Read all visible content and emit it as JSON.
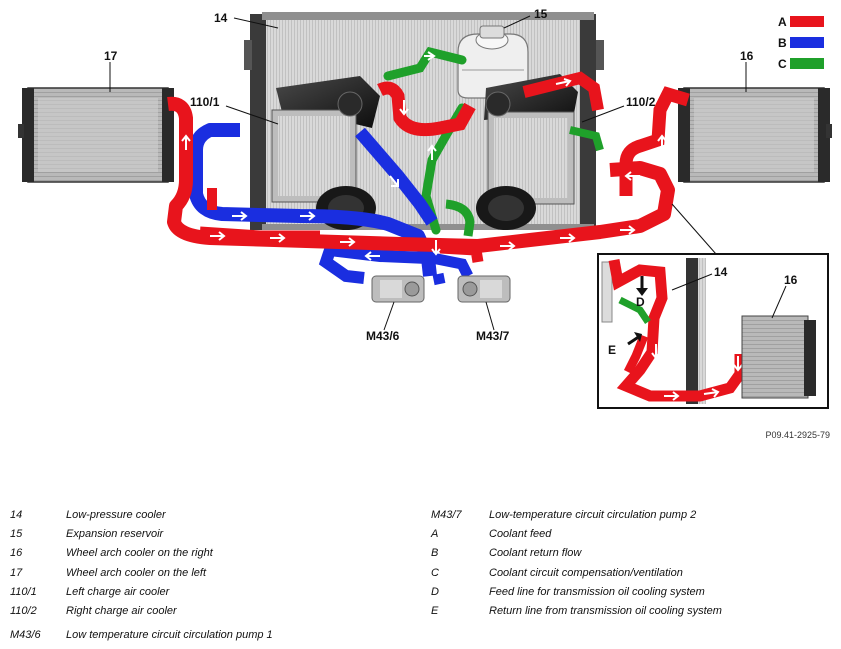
{
  "callouts": {
    "c14": "14",
    "c15": "15",
    "c16": "16",
    "c17": "17",
    "c110_1": "110/1",
    "c110_2": "110/2",
    "cM43_6": "M43/6",
    "cM43_7": "M43/7",
    "inset14": "14",
    "inset16": "16",
    "insetD": "D",
    "insetE": "E"
  },
  "color_key": [
    {
      "label": "A",
      "color": "#e8141c"
    },
    {
      "label": "B",
      "color": "#1a2ee0"
    },
    {
      "label": "C",
      "color": "#1fa02a"
    }
  ],
  "colors": {
    "feed": "#e8141c",
    "return": "#1a2ee0",
    "vent": "#1fa02a",
    "cooler": "#cfcfcf",
    "charge_air_body": "#1c1c1c"
  },
  "figure_id": "P09.41-2925-79",
  "legend": {
    "left": [
      {
        "code": "14",
        "desc": "Low-pressure cooler"
      },
      {
        "code": "15",
        "desc": "Expansion reservoir"
      },
      {
        "code": "16",
        "desc": "Wheel arch cooler on the right"
      },
      {
        "code": "17",
        "desc": "Wheel arch cooler on the left"
      },
      {
        "code": "110/1",
        "desc": "Left charge air cooler"
      },
      {
        "code": "110/2",
        "desc": "Right charge air cooler"
      }
    ],
    "right": [
      {
        "code": "M43/7",
        "desc": "Low-temperature circuit circulation pump 2"
      },
      {
        "code": "A",
        "desc": "Coolant feed"
      },
      {
        "code": "B",
        "desc": "Coolant return flow"
      },
      {
        "code": "C",
        "desc": "Coolant circuit compensation/ventilation"
      },
      {
        "code": "D",
        "desc": "Feed line for transmission oil cooling system"
      },
      {
        "code": "E",
        "desc": "Return line from transmission oil cooling system"
      }
    ],
    "bottom": {
      "code": "M43/6",
      "desc": "Low temperature circuit circulation pump 1"
    }
  }
}
